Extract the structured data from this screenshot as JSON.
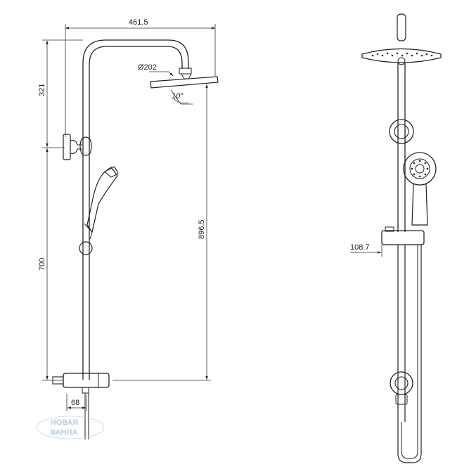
{
  "drawing": {
    "dimensions": {
      "width_overall": "461.5",
      "upper_height": "321",
      "lower_height": "700",
      "head_height": "896.5",
      "head_diameter": "Ø202",
      "tilt_angle": "10°",
      "outlet_offset": "68",
      "bar_depth": "108.7"
    },
    "watermark": {
      "line1": "НОВАЯ",
      "line2": "ВАННА"
    }
  }
}
